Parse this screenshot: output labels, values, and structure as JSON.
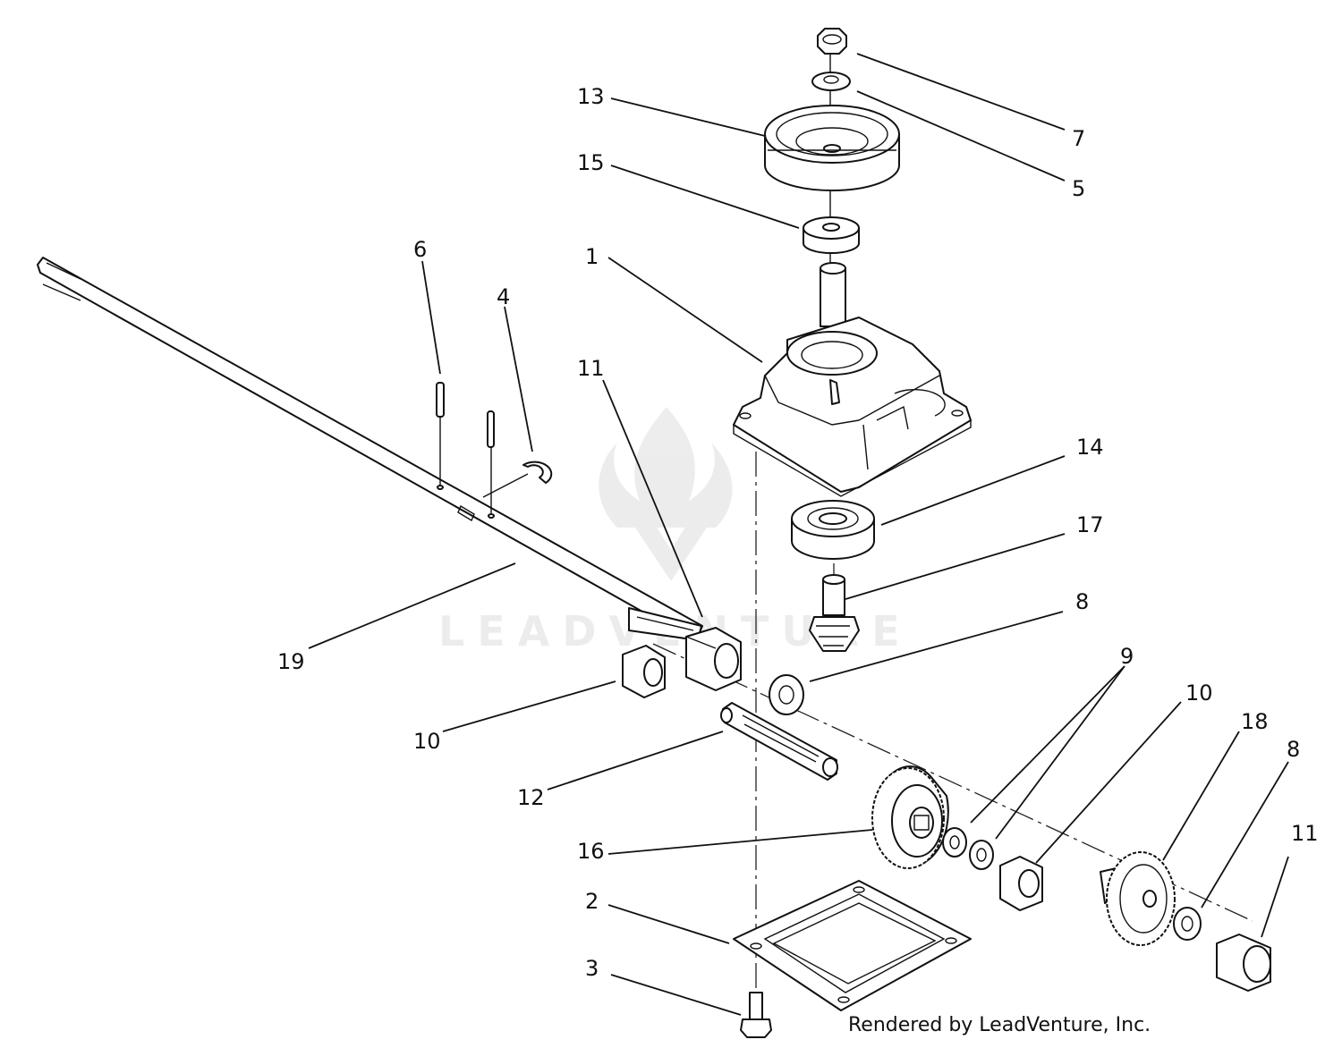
{
  "callouts": [
    {
      "label": "7"
    },
    {
      "label": "5"
    },
    {
      "label": "13"
    },
    {
      "label": "15"
    },
    {
      "label": "1"
    },
    {
      "label": "6"
    },
    {
      "label": "4"
    },
    {
      "label": "11"
    },
    {
      "label": "14"
    },
    {
      "label": "17"
    },
    {
      "label": "8"
    },
    {
      "label": "19"
    },
    {
      "label": "9"
    },
    {
      "label": "10"
    },
    {
      "label": "10"
    },
    {
      "label": "18"
    },
    {
      "label": "8"
    },
    {
      "label": "12"
    },
    {
      "label": "11"
    },
    {
      "label": "16"
    },
    {
      "label": "2"
    },
    {
      "label": "3"
    }
  ],
  "watermark": {
    "text": "LEADVENTURE"
  },
  "credit": {
    "text": "Rendered by LeadVenture, Inc."
  }
}
